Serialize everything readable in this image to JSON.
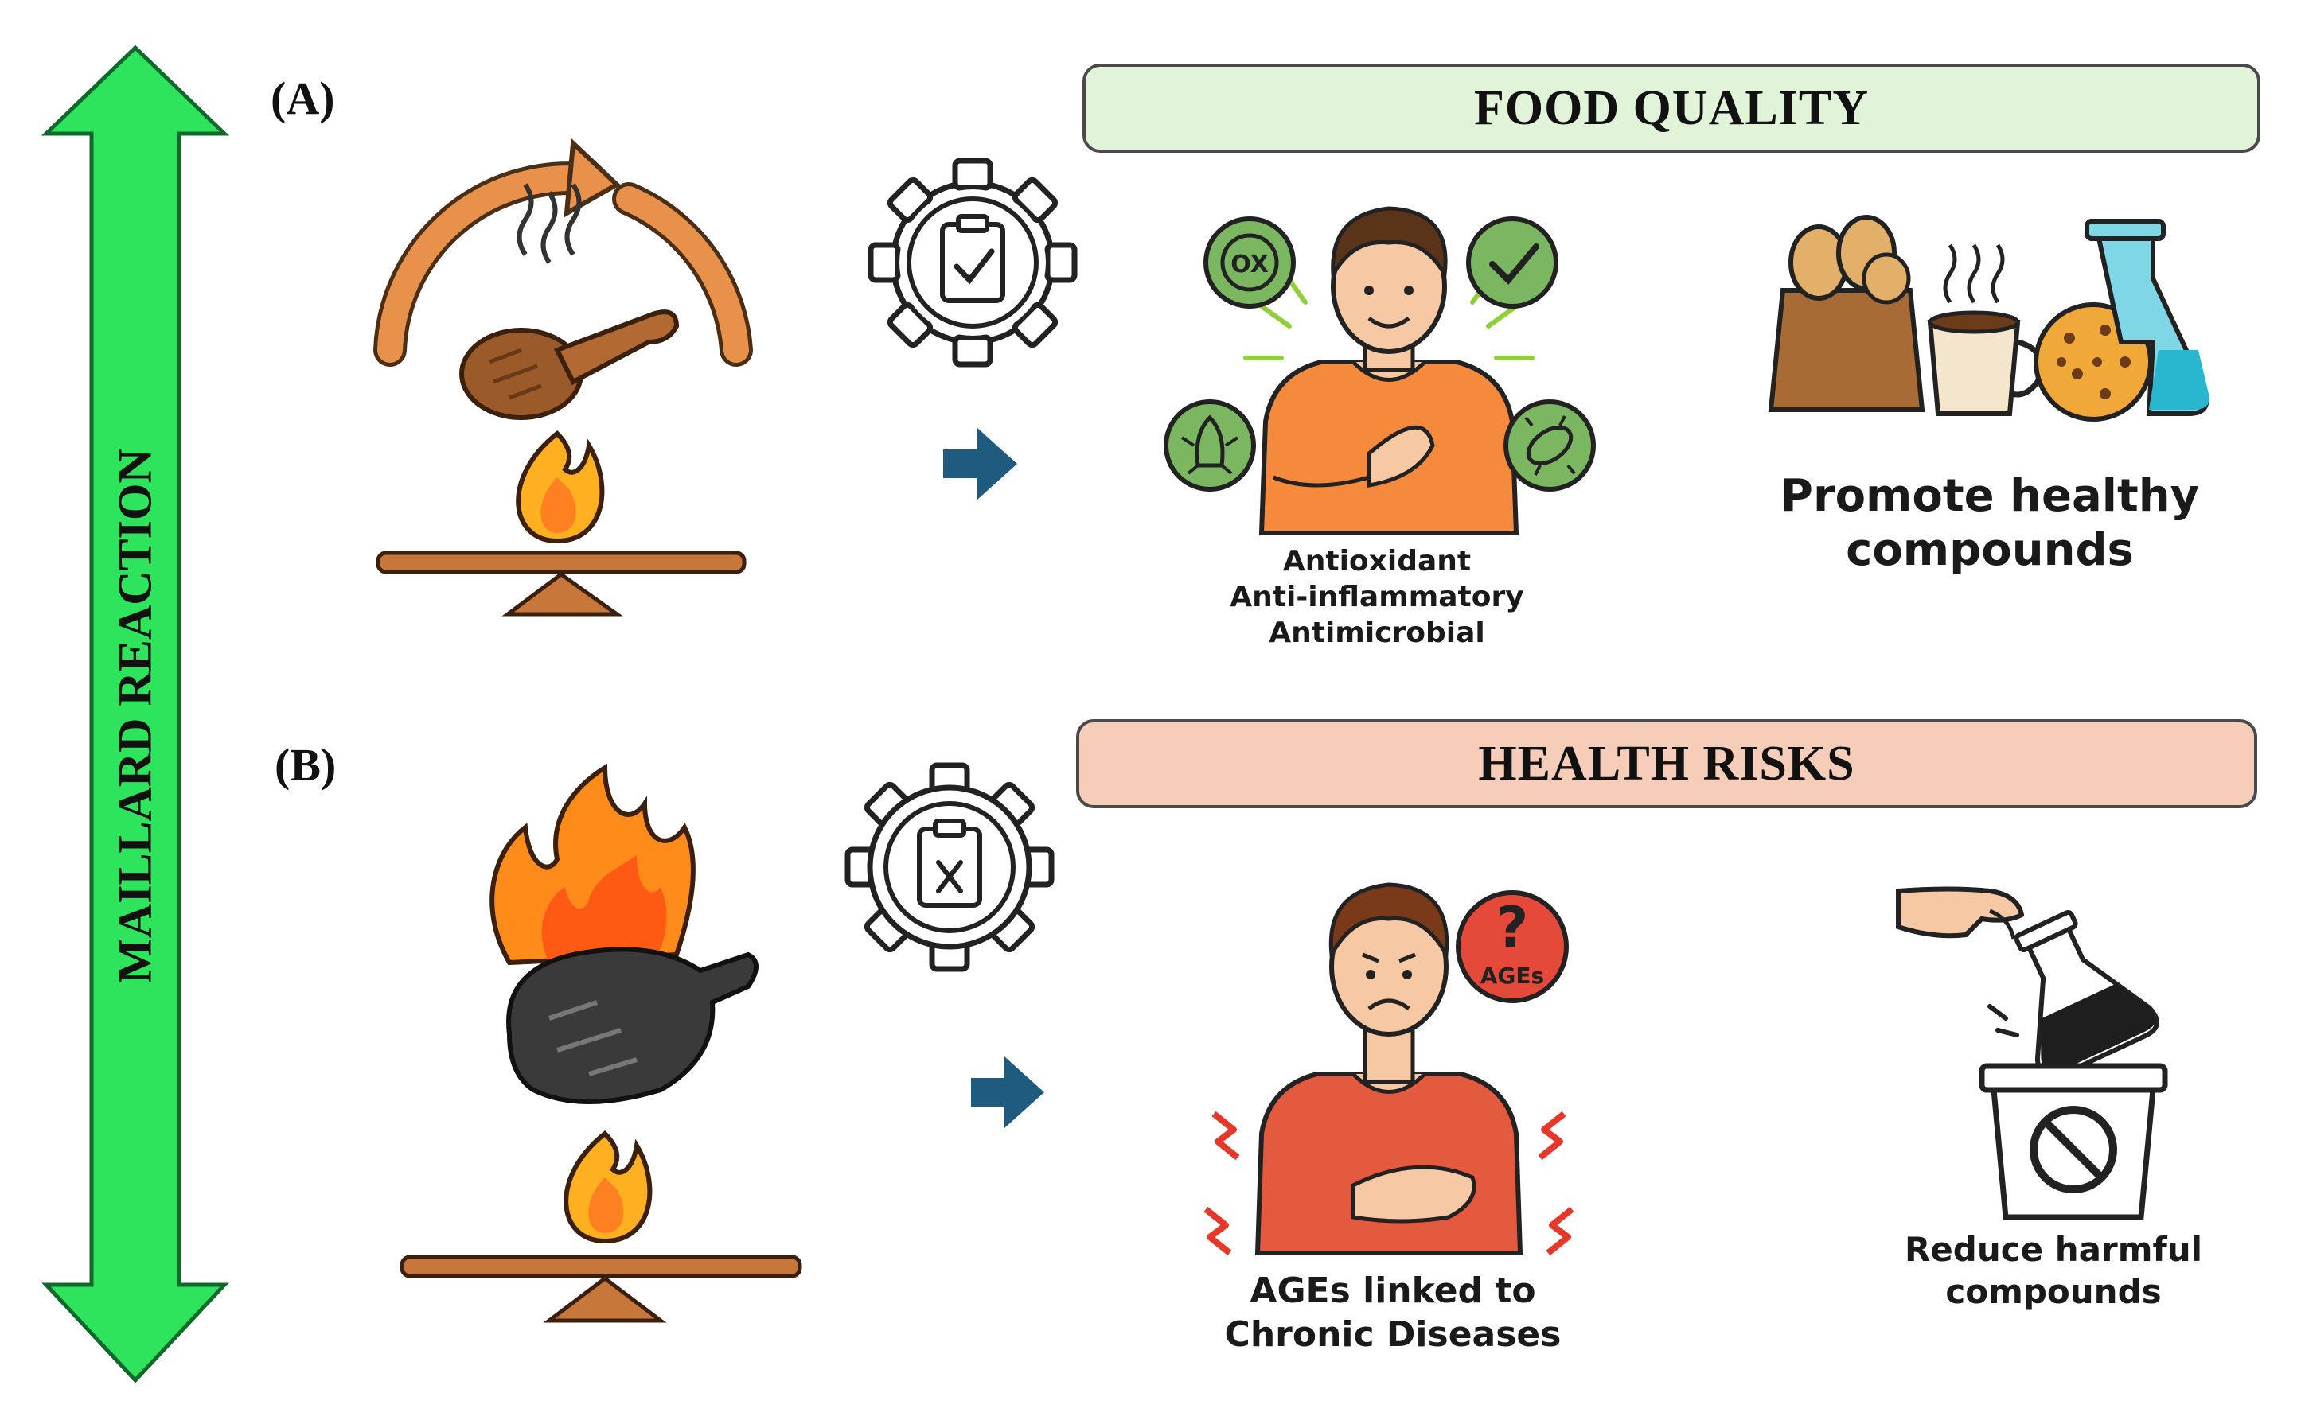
{
  "side_label": "MAILLARD REACTION",
  "panels": [
    {
      "letter": "(A)",
      "banner": "FOOD QUALITY",
      "banner_color": "#e1f3d8",
      "person_caption": [
        "Antioxidant",
        "Anti-inflammatory",
        "Antimicrobial"
      ],
      "badge_text": "OX",
      "right_caption": [
        "Promote healthy",
        "compounds"
      ]
    },
    {
      "letter": "(B)",
      "banner": "HEALTH RISKS",
      "banner_color": "#f6cdb8",
      "badge_text": "AGEs",
      "badge_symbol": "?",
      "person_caption": [
        "AGEs linked to",
        "Chronic Diseases"
      ],
      "right_caption": [
        "Reduce harmful",
        "compounds"
      ]
    }
  ],
  "colors": {
    "maillard_arrow": "#2ee45c",
    "flow_arrow": "#1f5b7e",
    "badge_green": "#7bb661",
    "badge_red": "#e5493a",
    "shirt_good": "#f58a3c",
    "shirt_bad": "#e35a3f"
  },
  "icons": [
    "gear-check-icon",
    "gear-x-icon",
    "grilled-chicken-icon",
    "burnt-chicken-icon",
    "flame-icon",
    "bread-bag-icon",
    "coffee-cup-icon",
    "cookie-icon",
    "flask-icon",
    "trash-bin-icon",
    "hand-icon"
  ]
}
